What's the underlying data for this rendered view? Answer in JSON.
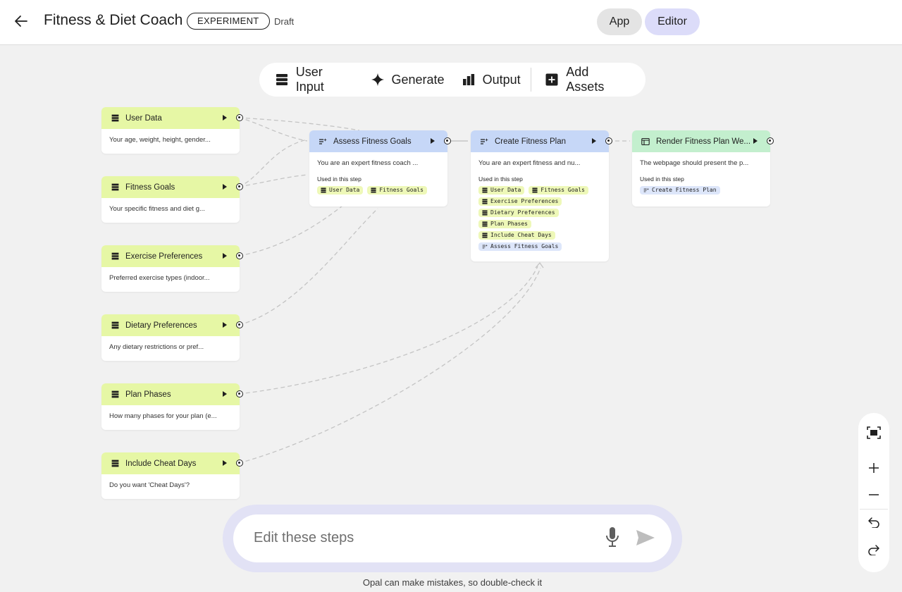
{
  "header": {
    "title": "Fitness & Diet Coach",
    "badge": "EXPERIMENT",
    "status": "Draft",
    "modes": {
      "app": "App",
      "editor": "Editor",
      "active": "Editor"
    }
  },
  "toolbar": {
    "user_input": "User Input",
    "generate": "Generate",
    "output": "Output",
    "add_assets": "Add Assets"
  },
  "used_label": "Used in this step",
  "nodes": {
    "user_data": {
      "title": "User Data",
      "desc": "Your age, weight, height, gender..."
    },
    "fitness_goals": {
      "title": "Fitness Goals",
      "desc": "Your specific fitness and diet g..."
    },
    "exercise_prefs": {
      "title": "Exercise Preferences",
      "desc": "Preferred exercise types (indoor..."
    },
    "dietary_prefs": {
      "title": "Dietary Preferences",
      "desc": "Any dietary restrictions or pref..."
    },
    "plan_phases": {
      "title": "Plan Phases",
      "desc": "How many phases for your plan (e..."
    },
    "cheat_days": {
      "title": "Include Cheat Days",
      "desc": "Do you want 'Cheat Days'?"
    },
    "assess_goals": {
      "title": "Assess Fitness Goals",
      "desc": "You are an expert fitness coach ...",
      "chips": [
        "User Data",
        "Fitness Goals"
      ]
    },
    "create_plan": {
      "title": "Create Fitness Plan",
      "desc": "You are an expert fitness and nu...",
      "chips": [
        "User Data",
        "Fitness Goals",
        "Exercise Preferences",
        "Dietary Preferences",
        "Plan Phases",
        "Include Cheat Days",
        "Assess Fitness Goals"
      ]
    },
    "render_page": {
      "title": "Render Fitness Plan We...",
      "desc": "The webpage should present the p...",
      "chips": [
        "Create Fitness Plan"
      ]
    }
  },
  "prompt": {
    "placeholder": "Edit these steps",
    "disclaimer": "Opal can make mistakes, so double-check it"
  },
  "colors": {
    "input_header": "#e6f7a5",
    "generate_header": "#c6d7f7",
    "output_header": "#c3efce",
    "editor_active": "#dcdcf9"
  }
}
